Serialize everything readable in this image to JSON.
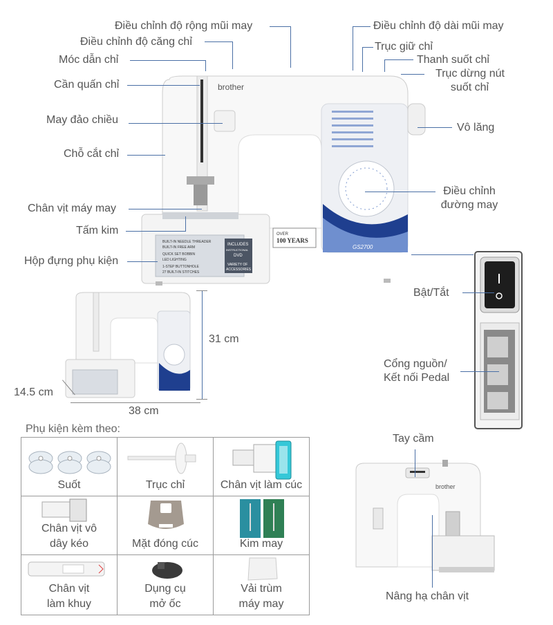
{
  "labels": {
    "width_adjust": "Điều chỉnh độ rộng mũi may",
    "tension_adjust": "Điều chỉnh độ căng chỉ",
    "thread_guide": "Móc dẫn chỉ",
    "bobbin_winder": "Cần quấn chỉ",
    "reverse": "May đảo chiều",
    "thread_cutter": "Chỗ cắt chỉ",
    "presser_foot": "Chân vịt máy may",
    "needle_plate": "Tấm kim",
    "accessory_box": "Hộp đựng phụ kiện",
    "length_adjust": "Điều chỉnh độ dài mũi may",
    "spool_pin": "Trục giữ chỉ",
    "thread_bar": "Thanh suốt chỉ",
    "bobbin_stop_line1": "Trục dừng nút",
    "bobbin_stop_line2": "suốt chỉ",
    "handwheel": "Vô lăng",
    "stitch_adjust_line1": "Điều chỉnh",
    "stitch_adjust_line2": "đường may",
    "power": "Bật/Tắt",
    "power_port_line1": "Cổng nguồn/",
    "power_port_line2": "Kết nối Pedal",
    "handle": "Tay cầm",
    "foot_lift": "Nâng hạ chân vịt"
  },
  "machine": {
    "brand": "brother",
    "model": "GS2700",
    "badge_line1": "OVER",
    "badge_line2": "100 YEARS",
    "includes_line1": "INCLUDES",
    "includes_line2": "INSTRUCTIONAL",
    "includes_line3": "DVD",
    "variety_line1": "VARIETY OF",
    "variety_line2": "ACCESSORIES",
    "features": [
      "BUILT-IN NEEDLE THREADER",
      "BUILT-IN FREE ARM",
      "QUICK SET BOBBIN",
      "LED LIGHTING",
      "1-STEP BUTTONHOLE",
      "27 BUILT-IN STITCHES"
    ]
  },
  "dimensions": {
    "height": "31 cm",
    "depth": "14.5 cm",
    "width": "38 cm"
  },
  "accessories": {
    "title": "Phụ kiện kèm theo:",
    "items": [
      {
        "line1": "Suốt",
        "line2": ""
      },
      {
        "line1": "Trục chỉ",
        "line2": ""
      },
      {
        "line1": "Chân vịt làm cúc",
        "line2": ""
      },
      {
        "line1": "Chân vịt vô",
        "line2": "dây kéo"
      },
      {
        "line1": "Mặt đóng cúc",
        "line2": ""
      },
      {
        "line1": "Kim may",
        "line2": ""
      },
      {
        "line1": "Chân vịt",
        "line2": "làm khuy"
      },
      {
        "line1": "Dụng cụ",
        "line2": "mở ốc"
      },
      {
        "line1": "Vải trùm",
        "line2": "máy may"
      }
    ]
  },
  "colors": {
    "leader_line": "#4a6fa5",
    "machine_body": "#f7f7f7",
    "accent_blue": "#1f3f8f",
    "label_text": "#555555"
  }
}
